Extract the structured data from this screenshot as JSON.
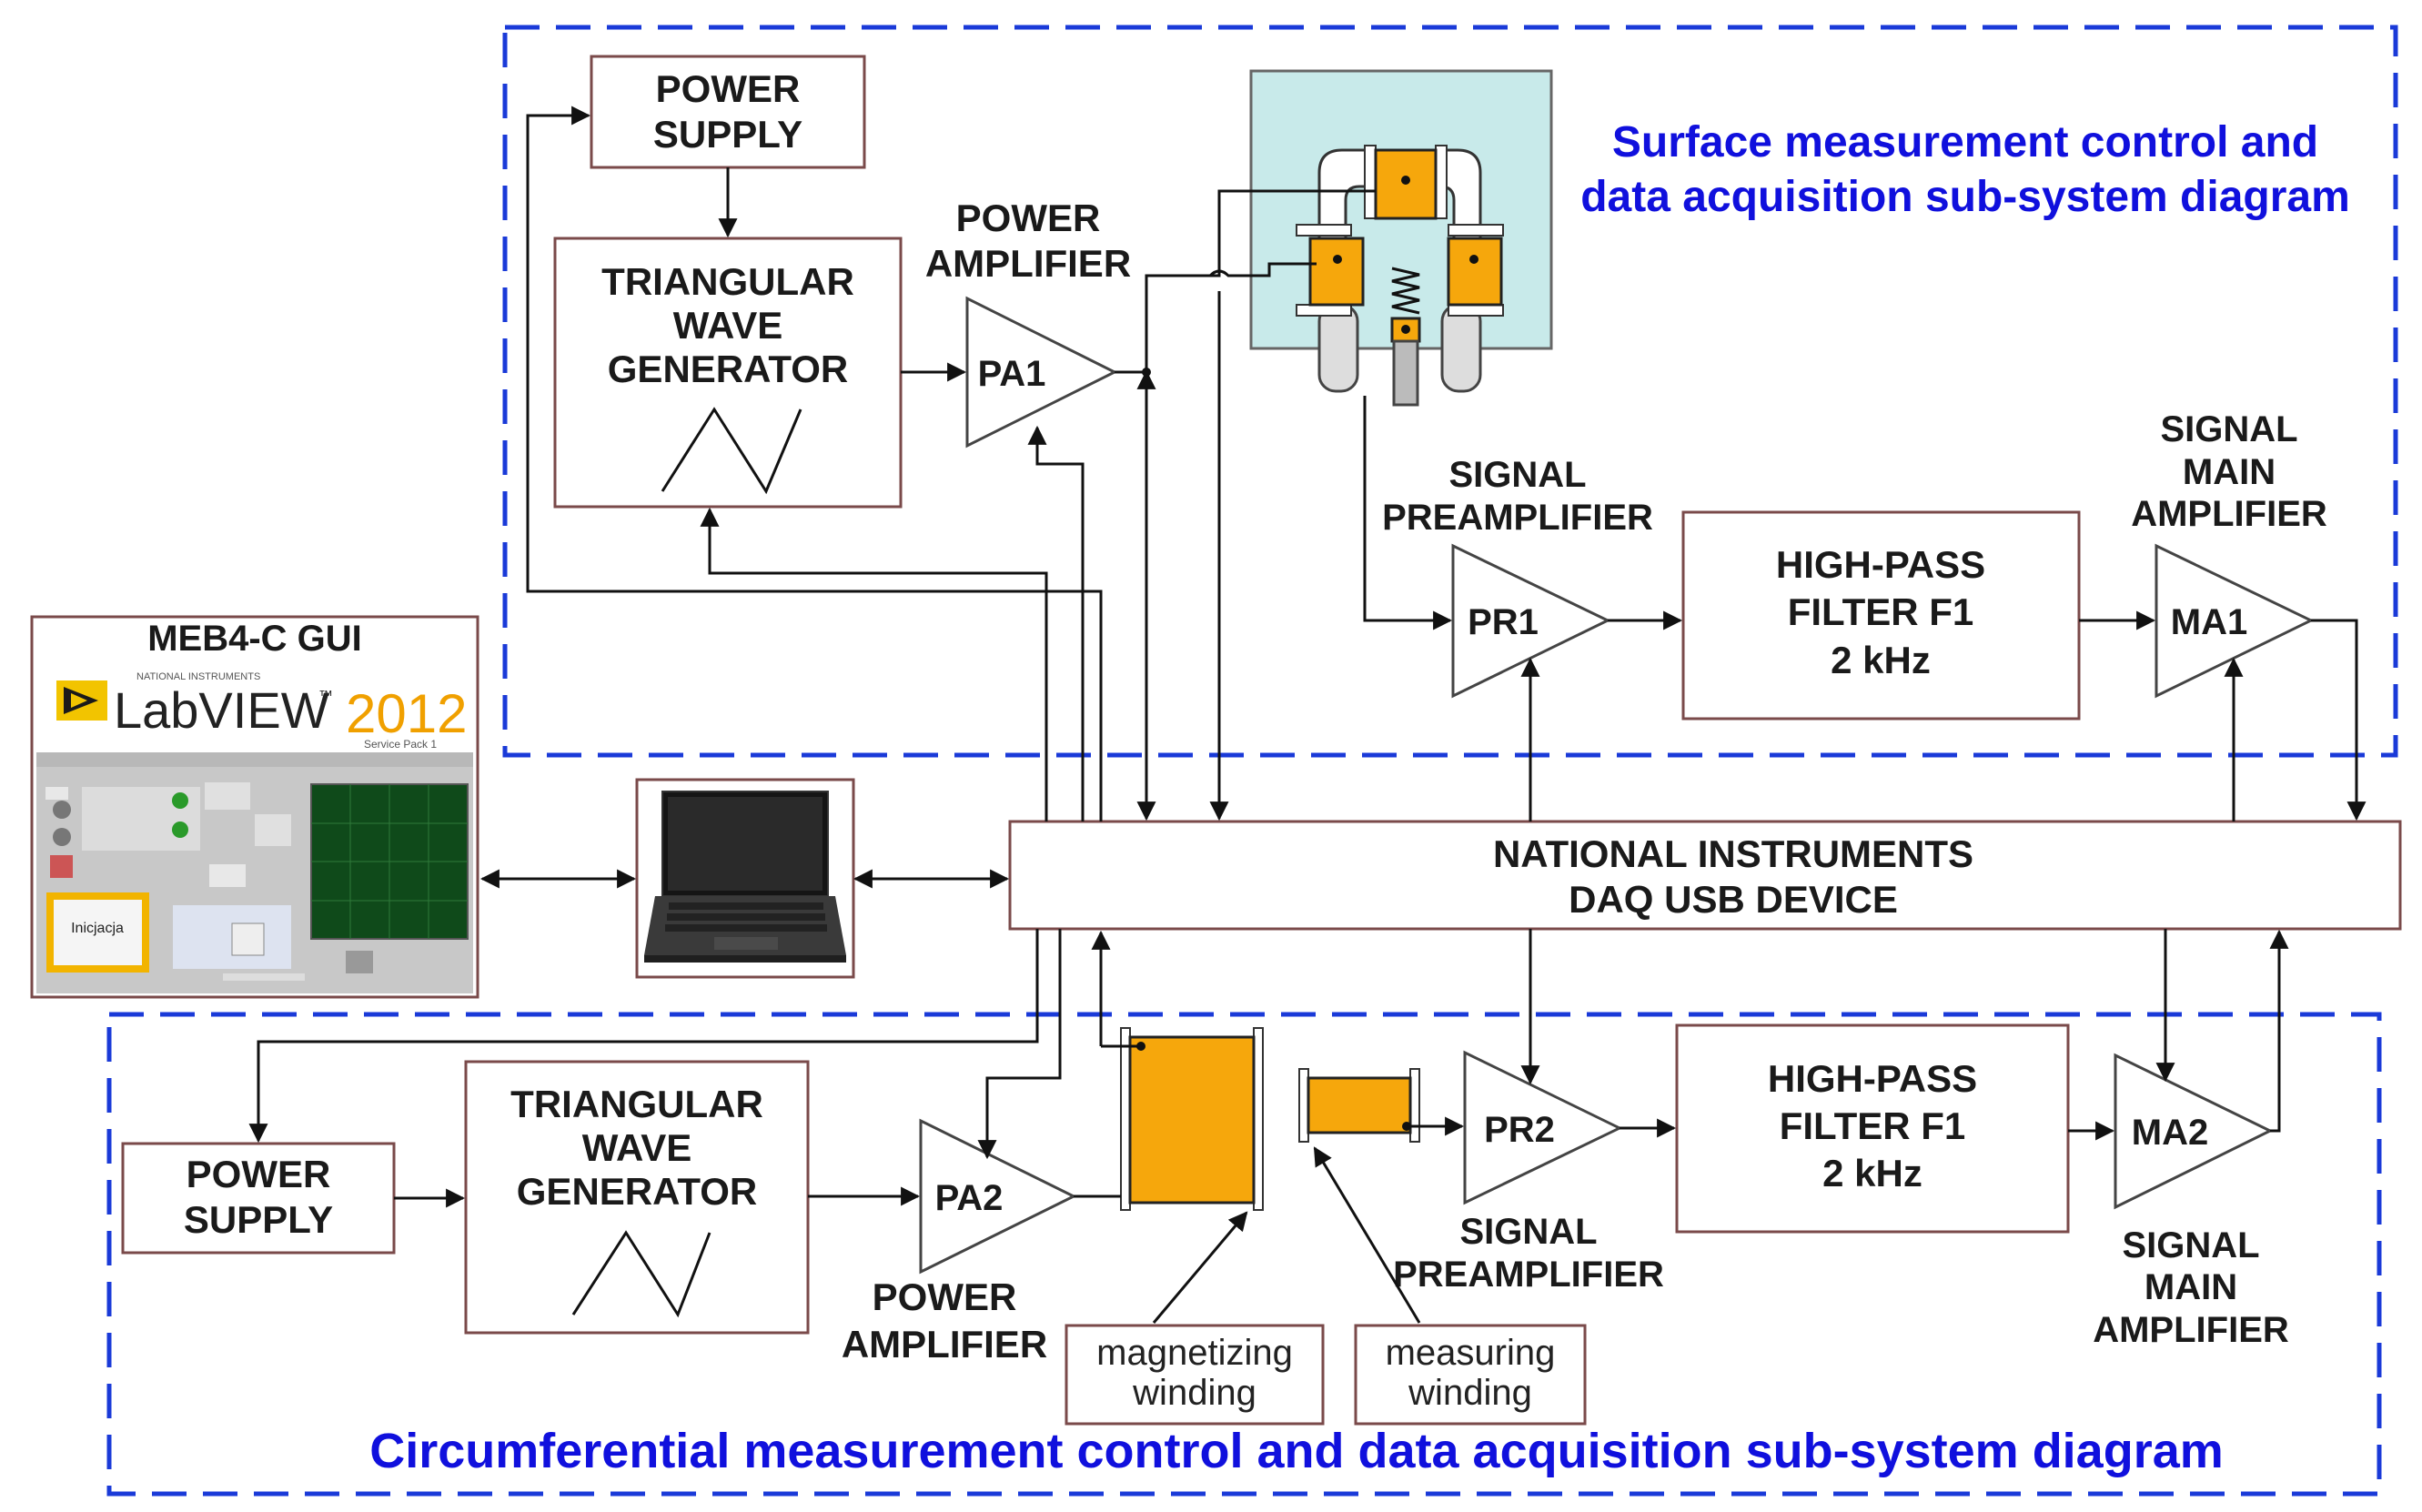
{
  "subsystems": {
    "surface_title_line1": "Surface measurement control and",
    "surface_title_line2": "data acquisition sub-system diagram",
    "circumferential_title": "Circumferential measurement control and data acquisition sub-system diagram"
  },
  "gui": {
    "title": "MEB4-C GUI",
    "labview_text": "LabVIEW",
    "labview_tm": "™",
    "labview_year": "2012",
    "labview_vendor": "NATIONAL INSTRUMENTS",
    "labview_sp": "Service Pack 1",
    "button_label": "Inicjacja"
  },
  "daq": {
    "line1": "NATIONAL INSTRUMENTS",
    "line2": "DAQ USB DEVICE"
  },
  "top": {
    "power_supply": [
      "POWER",
      "SUPPLY"
    ],
    "generator": [
      "TRIANGULAR",
      "WAVE",
      "GENERATOR"
    ],
    "power_amp_label": [
      "POWER",
      "AMPLIFIER"
    ],
    "pa": "PA1",
    "preamp_label": [
      "SIGNAL",
      "PREAMPLIFIER"
    ],
    "pr": "PR1",
    "filter": [
      "HIGH-PASS",
      "FILTER F1",
      "2 kHz"
    ],
    "main_amp_label": [
      "SIGNAL",
      "MAIN",
      "AMPLIFIER"
    ],
    "ma": "MA1"
  },
  "bottom": {
    "power_supply": [
      "POWER",
      "SUPPLY"
    ],
    "generator": [
      "TRIANGULAR",
      "WAVE",
      "GENERATOR"
    ],
    "power_amp_label": [
      "POWER",
      "AMPLIFIER"
    ],
    "pa": "PA2",
    "preamp_label": [
      "SIGNAL",
      "PREAMPLIFIER"
    ],
    "pr": "PR2",
    "filter": [
      "HIGH-PASS",
      "FILTER F1",
      "2 kHz"
    ],
    "main_amp_label": [
      "SIGNAL",
      "MAIN",
      "AMPLIFIER"
    ],
    "ma": "MA2",
    "magnetizing": [
      "magnetizing",
      "winding"
    ],
    "measuring": [
      "measuring",
      "winding"
    ]
  },
  "colors": {
    "dashed_border": "#1a3ad8",
    "title_text": "#1010dd",
    "coil": "#f6a70c",
    "sensor_bg": "#c8eaea"
  }
}
